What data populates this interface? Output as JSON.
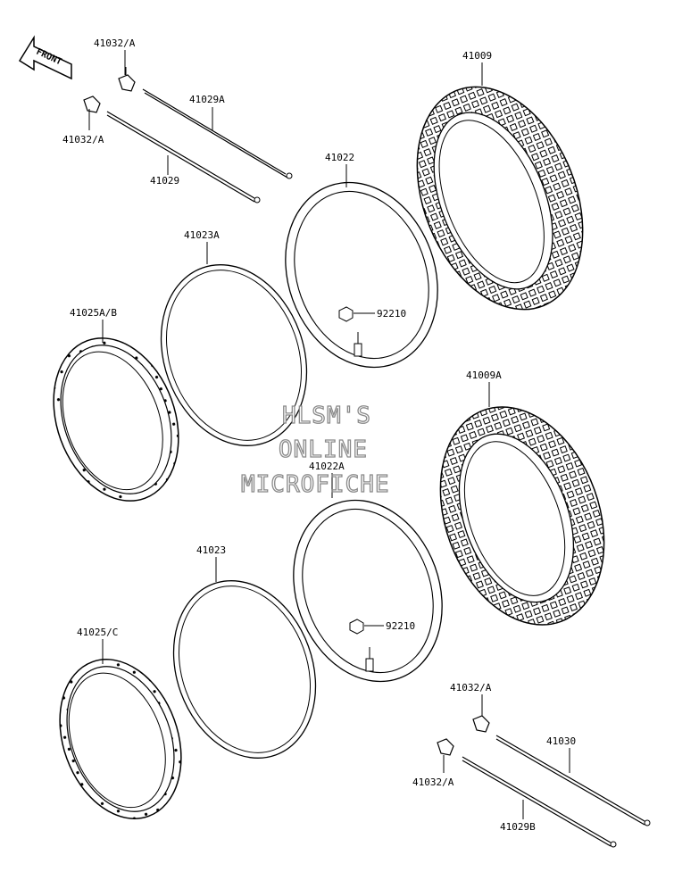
{
  "front_badge": "FRONT",
  "watermark": {
    "line1": "HLSM'S",
    "line2": "ONLINE",
    "line3": "MICROFICHE"
  },
  "parts": {
    "p41032a_1": "41032/A",
    "p41032a_2": "41032/A",
    "p41029a": "41029A",
    "p41029": "41029",
    "p41009": "41009",
    "p41022": "41022",
    "p41023a": "41023A",
    "p92210_1": "92210",
    "p41025ab": "41025A/B",
    "p41009a": "41009A",
    "p41022a": "41022A",
    "p41023": "41023",
    "p92210_2": "92210",
    "p41025c": "41025/C",
    "p41032a_3": "41032/A",
    "p41030": "41030",
    "p41032a_4": "41032/A",
    "p41029b": "41029B"
  }
}
